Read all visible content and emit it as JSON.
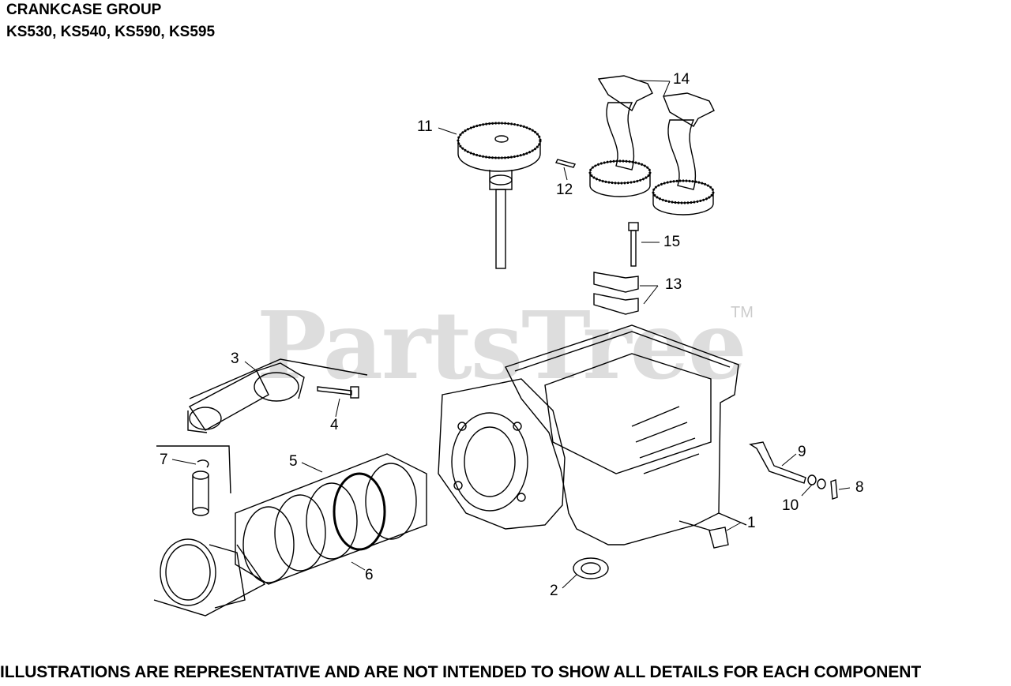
{
  "header": {
    "title": "CRANKCASE GROUP",
    "models": "KS530, KS540, KS590, KS595"
  },
  "watermark": {
    "text": "PartsTree",
    "trademark": "TM"
  },
  "callouts": [
    "1",
    "2",
    "3",
    "4",
    "5",
    "6",
    "7",
    "8",
    "9",
    "10",
    "11",
    "12",
    "13",
    "14",
    "15"
  ],
  "footer": {
    "disclaimer": "ILLUSTRATIONS ARE REPRESENTATIVE AND ARE NOT INTENDED TO SHOW ALL DETAILS FOR EACH COMPONENT"
  },
  "colors": {
    "line": "#000000",
    "background": "#ffffff",
    "watermark": "#000000"
  }
}
